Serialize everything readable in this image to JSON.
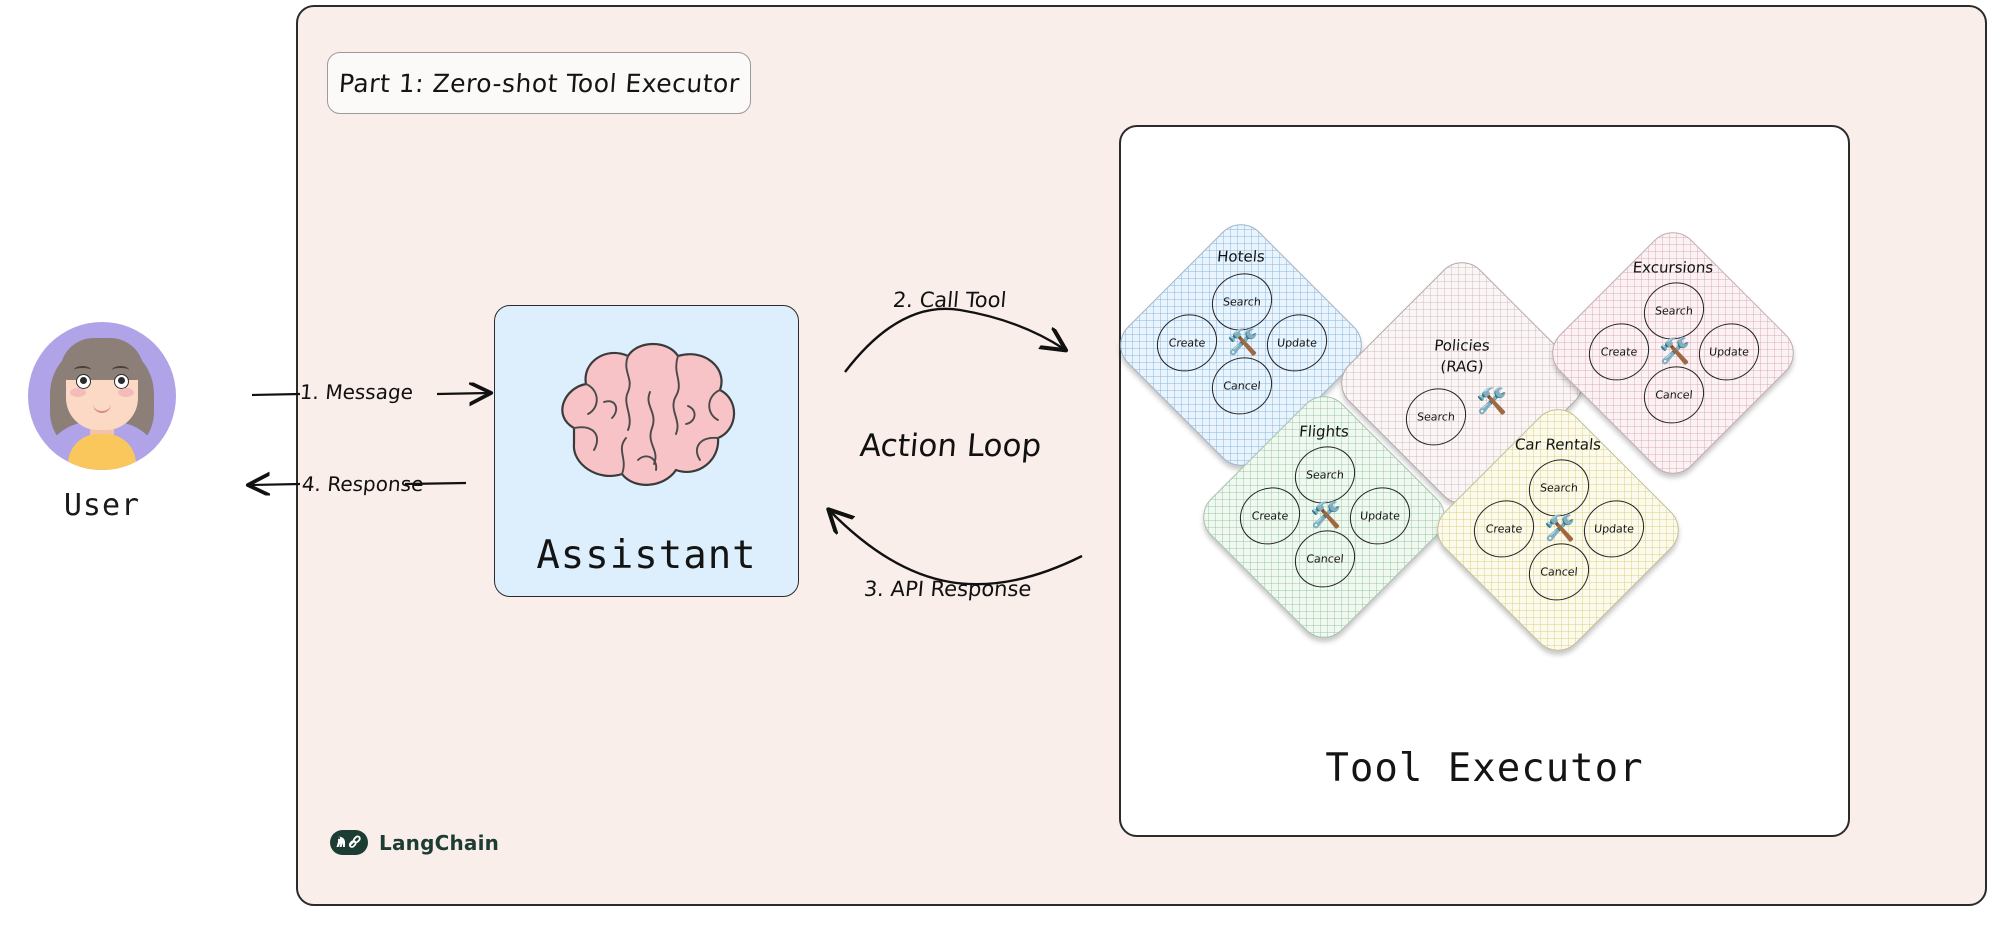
{
  "frame": {
    "title": "Part 1: Zero-shot Tool Executor"
  },
  "user": {
    "label": "User",
    "avatar_icon": "user-avatar-illustration"
  },
  "assistant": {
    "label": "Assistant",
    "icon": "brain-icon"
  },
  "flow": {
    "message": "1. Message",
    "response": "4. Response",
    "call_tool": "2. Call Tool",
    "api_response": "3. API Response",
    "action_loop": "Action Loop"
  },
  "tool_executor": {
    "label": "Tool Executor",
    "tools_icon": "hammer-and-wrench-icon",
    "domains": [
      {
        "name": "Hotels",
        "ops": [
          "Search",
          "Create",
          "Update",
          "Cancel"
        ],
        "color": "#eaf4fd",
        "accent": "#78aadc"
      },
      {
        "name": "Policies\n(RAG)",
        "title_line1": "Policies",
        "title_line2": "(RAG)",
        "ops": [
          "Search"
        ],
        "color": "#faf6f6",
        "accent": "#c3a0a0"
      },
      {
        "name": "Excursions",
        "ops": [
          "Search",
          "Create",
          "Update",
          "Cancel"
        ],
        "color": "#fbf2f4",
        "accent": "#d796a5"
      },
      {
        "name": "Flights",
        "ops": [
          "Search",
          "Create",
          "Update",
          "Cancel"
        ],
        "color": "#f0f8f1",
        "accent": "#78b982"
      },
      {
        "name": "Car Rentals",
        "ops": [
          "Search",
          "Create",
          "Update",
          "Cancel"
        ],
        "color": "#fbfaed",
        "accent": "#cdc35a"
      }
    ]
  },
  "branding": {
    "name": "LangChain",
    "logo_icon": "langchain-parrot-link-logo",
    "logo_color": "#1c3c34"
  },
  "colors": {
    "canvas": "#ffffff",
    "frame_bg": "#faeeea",
    "frame_border": "#2b2b2b",
    "panel_bg": "#ffffff",
    "assistant_bg": "#ddeffc",
    "brain": "#f7c3c7",
    "avatar_ring": "#b0a3e8"
  }
}
